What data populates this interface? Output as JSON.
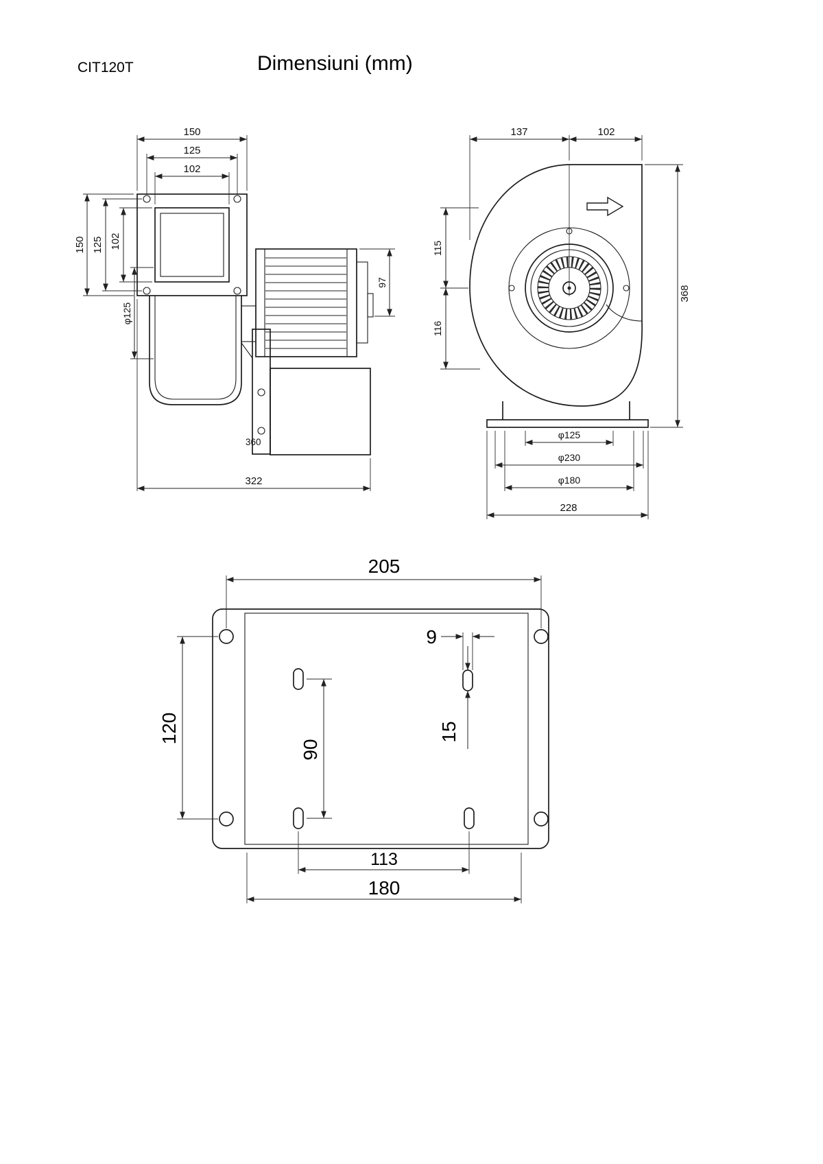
{
  "model": "CIT120T",
  "title": "Dimensiuni (mm)",
  "side_view": {
    "flange_width": "150",
    "hole_spacing_h": "125",
    "inlet_width": "102",
    "flange_height": "150",
    "hole_spacing_v": "125",
    "inlet_height": "102",
    "inlet_diameter": "φ125",
    "motor_height": "97",
    "bracket_mark": "360",
    "total_length": "322"
  },
  "front_view": {
    "scroll_width": "137",
    "outlet_width": "102",
    "center_up": "115",
    "center_down": "116",
    "total_height": "368",
    "inlet_diameter": "φ125",
    "bolt_circle": "φ230",
    "collar_circle": "φ180",
    "base_width": "228",
    "direction_arrow_icon": "right-block-arrow"
  },
  "plate_view": {
    "hole_span_width": "205",
    "hole_span_height": "120",
    "slot_width": "9",
    "slot_length": "15",
    "slot_spacing_v": "90",
    "slot_spacing_h": "113",
    "plate_width": "180"
  }
}
